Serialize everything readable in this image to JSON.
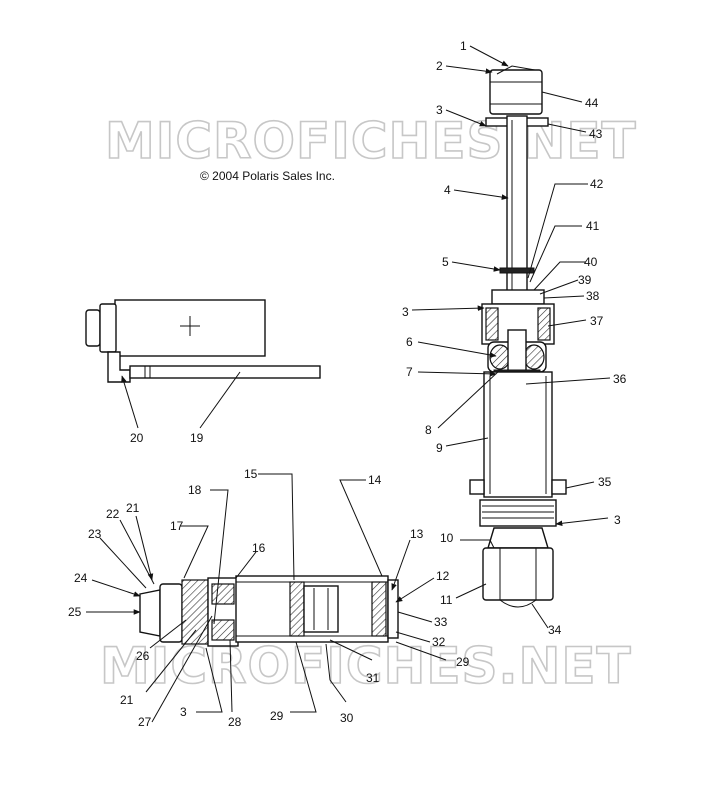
{
  "watermarks": [
    "MICROFICHES.NET",
    "MICROFICHES.NET"
  ],
  "copyright": "© 2004 Polaris Sales Inc.",
  "callouts": [
    "1",
    "2",
    "44",
    "3",
    "43",
    "4",
    "42",
    "41",
    "5",
    "40",
    "39",
    "38",
    "3",
    "37",
    "6",
    "7",
    "36",
    "8",
    "9",
    "35",
    "3",
    "10",
    "11",
    "34",
    "20",
    "19",
    "15",
    "14",
    "18",
    "13",
    "12",
    "33",
    "32",
    "29",
    "31",
    "30",
    "29",
    "28",
    "27",
    "26",
    "21",
    "3",
    "16",
    "17",
    "21",
    "22",
    "23",
    "24",
    "25"
  ]
}
